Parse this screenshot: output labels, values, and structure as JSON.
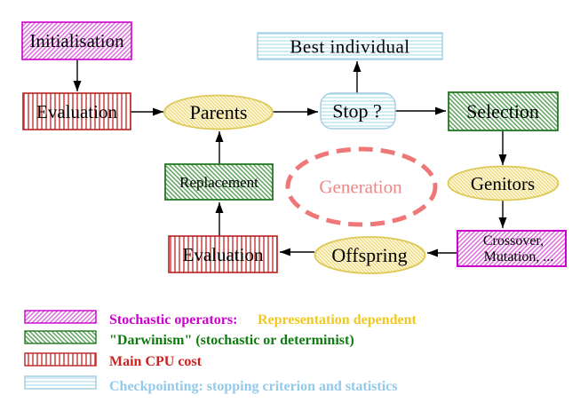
{
  "diagram": {
    "nodes": {
      "initialisation": {
        "label": "Initialisation"
      },
      "evaluation_top": {
        "label": "Evaluation"
      },
      "parents": {
        "label": "Parents"
      },
      "best_individual": {
        "label": "Best individual"
      },
      "stop": {
        "label": "Stop ?"
      },
      "selection": {
        "label": "Selection"
      },
      "replacement": {
        "label": "Replacement"
      },
      "generation": {
        "label": "Generation"
      },
      "genitors": {
        "label": "Genitors"
      },
      "crossover_mutation": {
        "line1": "Crossover,",
        "line2": "Mutation, ..."
      },
      "offspring": {
        "label": "Offspring"
      },
      "evaluation_bottom": {
        "label": "Evaluation"
      }
    },
    "edges": [
      "initialisation -> evaluation_top",
      "evaluation_top -> parents",
      "parents -> stop",
      "stop -> best_individual",
      "stop -> selection",
      "selection -> genitors",
      "genitors -> crossover_mutation",
      "crossover_mutation -> offspring",
      "offspring -> evaluation_bottom",
      "evaluation_bottom -> replacement",
      "replacement -> parents"
    ]
  },
  "legend": {
    "items": [
      {
        "swatch": "magenta-diagonal-hatch",
        "primary": "Stochastic operators:",
        "secondary": "Representation dependent"
      },
      {
        "swatch": "green-diagonal-hatch",
        "primary": "\"Darwinism\" (stochastic or determinist)",
        "secondary": ""
      },
      {
        "swatch": "red-vertical-stripes",
        "primary": "Main CPU cost",
        "secondary": ""
      },
      {
        "swatch": "cyan-horizontal-stripes",
        "primary": "Checkpointing: stopping criterion and statistics",
        "secondary": ""
      }
    ]
  },
  "colors": {
    "magenta": "#cc00cc",
    "magenta_hatch": "#dd66dd",
    "green_border": "#227722",
    "green_hatch": "#55a055",
    "green_text": "#0f7a0f",
    "red": "#bb2222",
    "red_stripe": "#cc4040",
    "cyan_border": "#a0cce0",
    "cyan_stripe": "#b2def0",
    "cyan_text": "#93c9e9",
    "yellow_border": "#ddc855",
    "yellow_hatch": "#ecd678",
    "yellow_text": "#f0c820",
    "salmon": "#ee7777",
    "generation_text": "#ee8888"
  }
}
